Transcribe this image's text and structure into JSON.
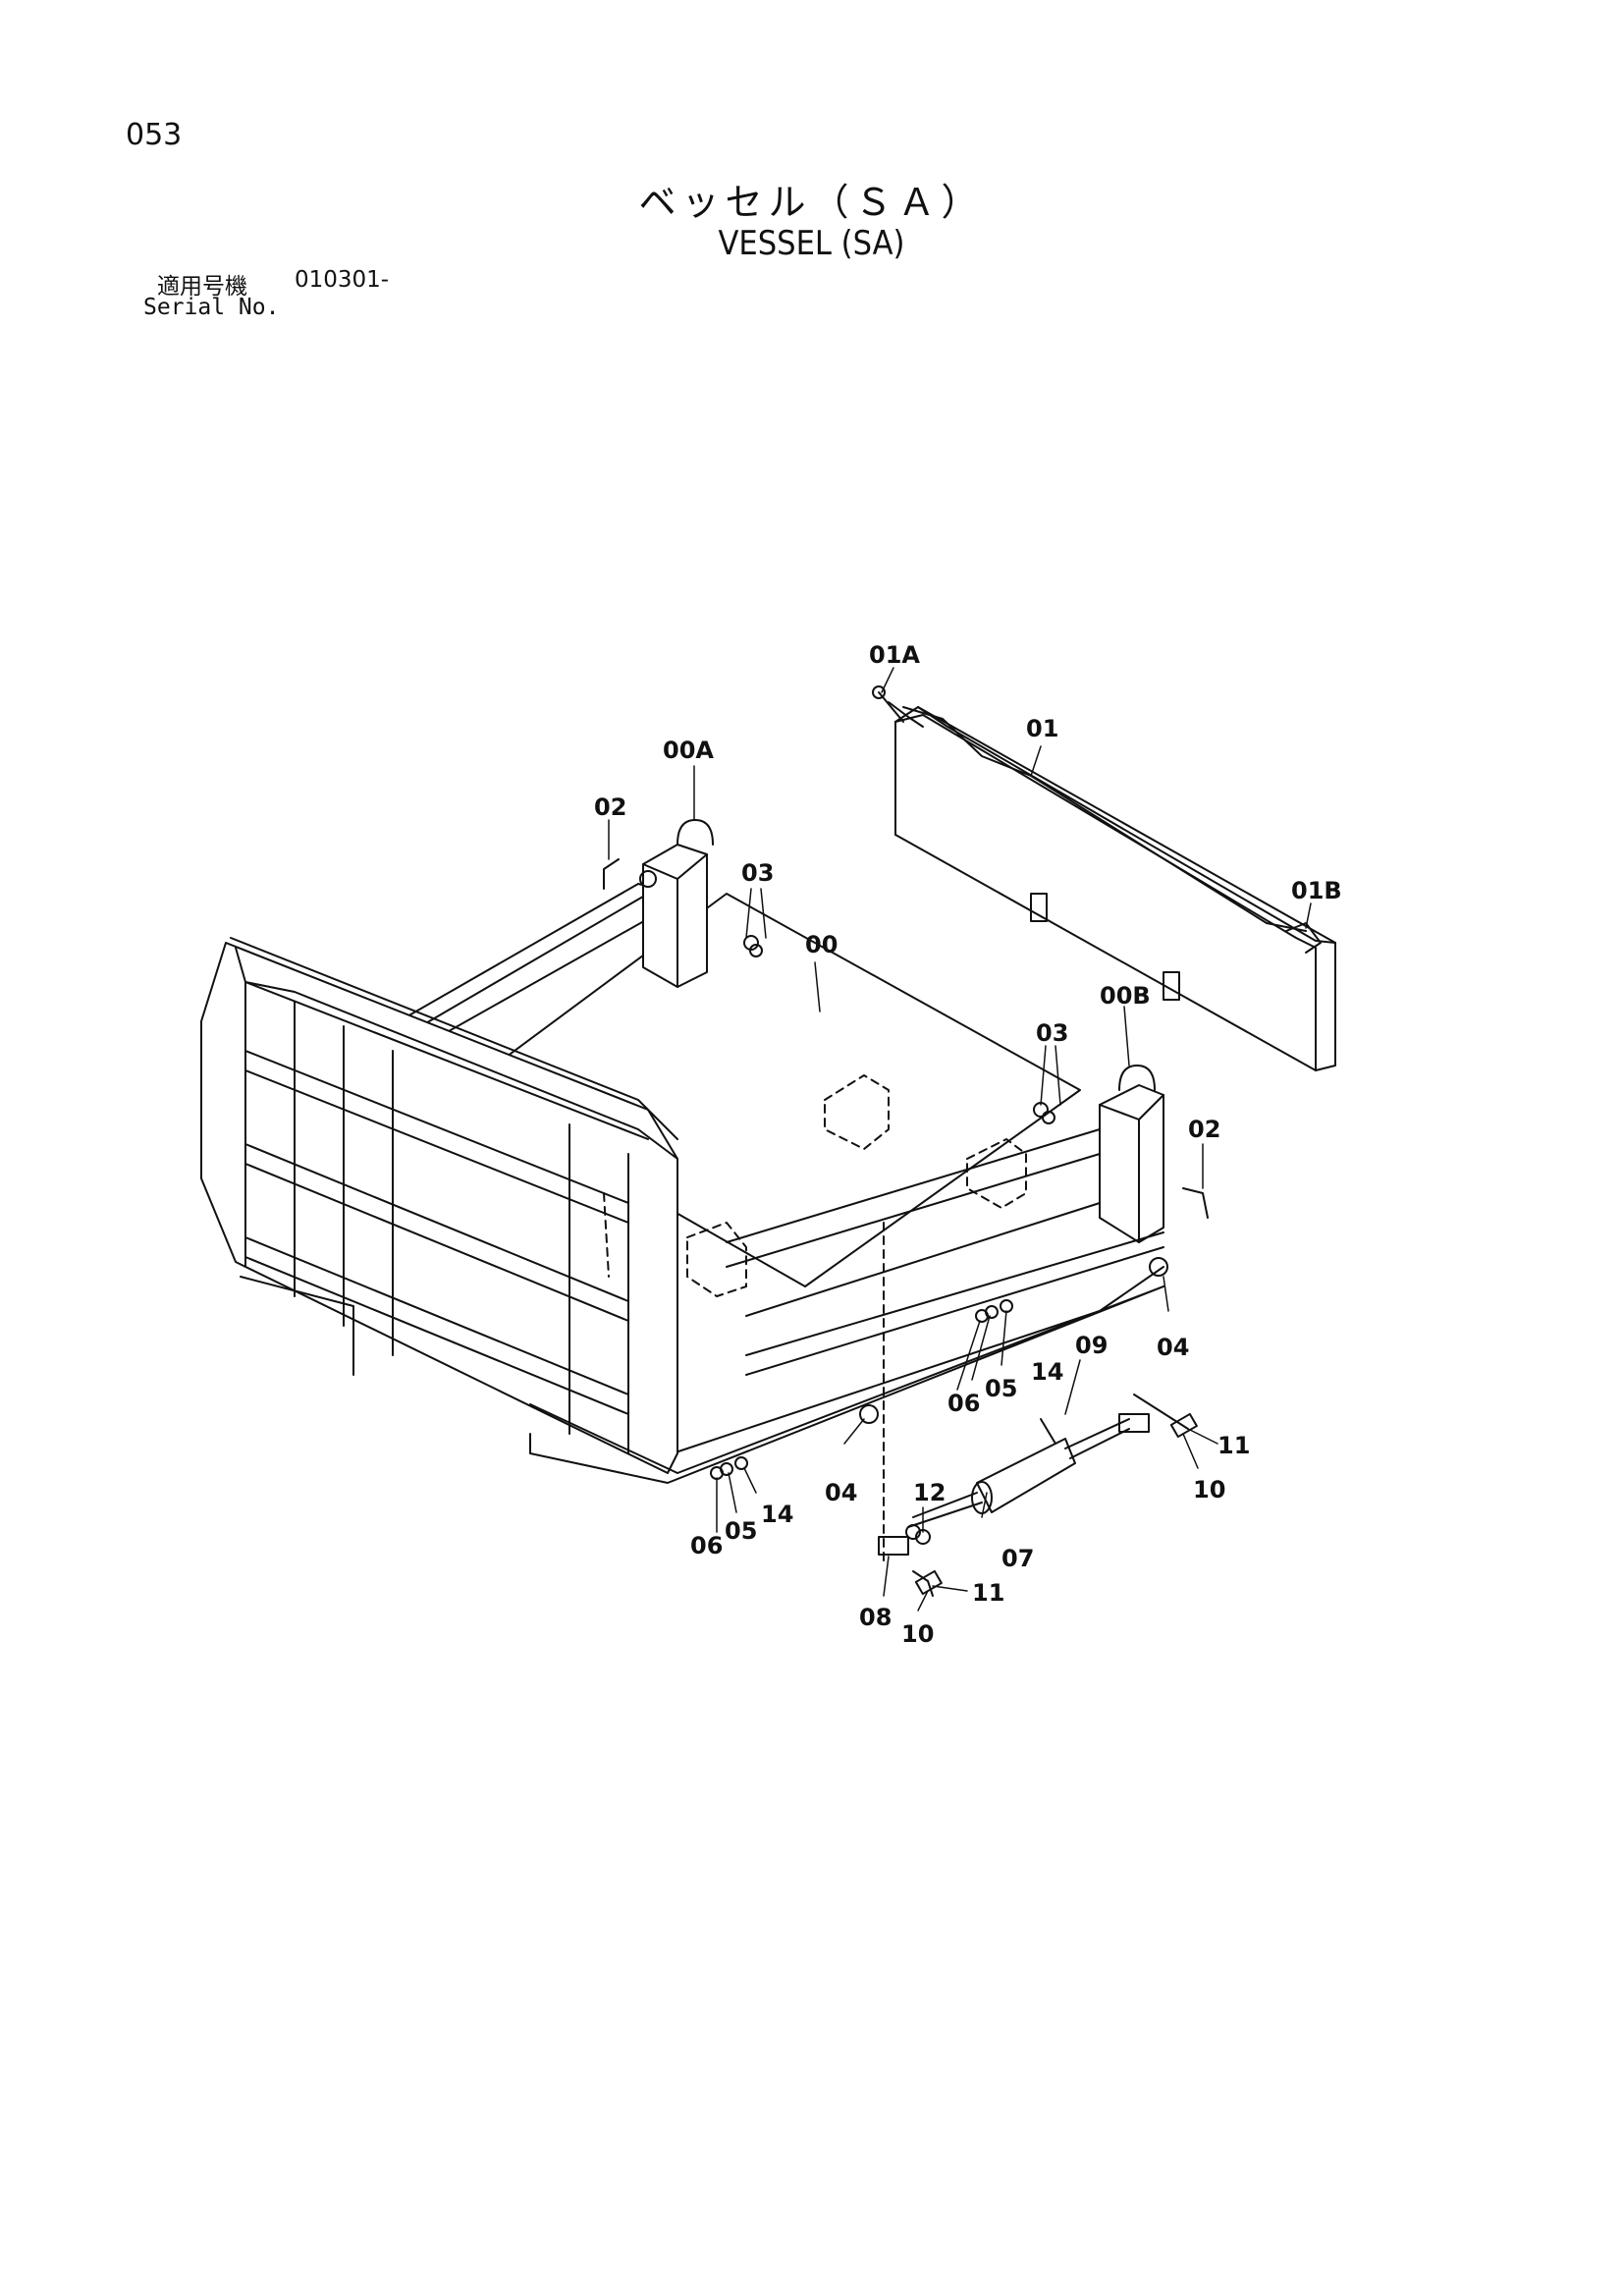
{
  "header": {
    "page_number": "053",
    "title_jp": "ベッセル（ＳＡ）",
    "title_en": "VESSEL (SA)",
    "serial_label_jp": "適用号機",
    "serial_code": "010301-",
    "serial_label_en": "Serial No."
  },
  "callouts": [
    {
      "id": "01A",
      "text": "01A"
    },
    {
      "id": "01",
      "text": "01"
    },
    {
      "id": "00A",
      "text": "00A"
    },
    {
      "id": "02a",
      "text": "02"
    },
    {
      "id": "03a",
      "text": "03"
    },
    {
      "id": "00",
      "text": "00"
    },
    {
      "id": "01B",
      "text": "01B"
    },
    {
      "id": "00B",
      "text": "00B"
    },
    {
      "id": "03b",
      "text": "03"
    },
    {
      "id": "02b",
      "text": "02"
    },
    {
      "id": "04a",
      "text": "04"
    },
    {
      "id": "09",
      "text": "09"
    },
    {
      "id": "14a",
      "text": "14"
    },
    {
      "id": "05a",
      "text": "05"
    },
    {
      "id": "06a",
      "text": "06"
    },
    {
      "id": "11a",
      "text": "11"
    },
    {
      "id": "10a",
      "text": "10"
    },
    {
      "id": "12",
      "text": "12"
    },
    {
      "id": "04b",
      "text": "04"
    },
    {
      "id": "14b",
      "text": "14"
    },
    {
      "id": "05b",
      "text": "05"
    },
    {
      "id": "06b",
      "text": "06"
    },
    {
      "id": "07",
      "text": "07"
    },
    {
      "id": "11b",
      "text": "11"
    },
    {
      "id": "08",
      "text": "08"
    },
    {
      "id": "10b",
      "text": "10"
    }
  ]
}
